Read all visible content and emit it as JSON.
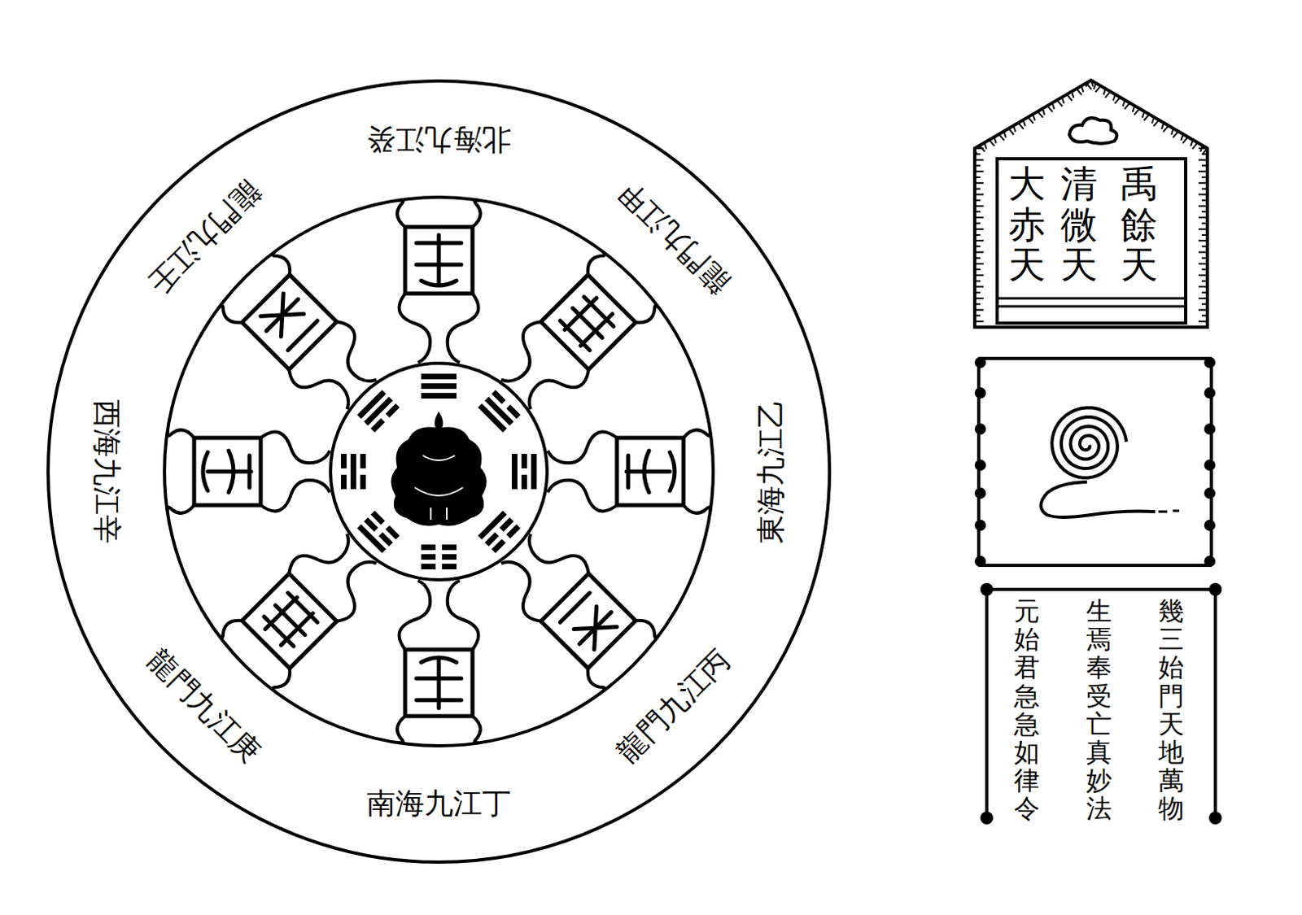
{
  "diagram": {
    "nodes": [
      {
        "text": [
          "禹餘天",
          "清微天",
          "大赤天"
        ]
      },
      {
        "text": [
          "幾三始門天地萬物",
          "生焉奉受亡真妙法",
          "元始君急急如律令"
        ]
      }
    ],
    "labels": [
      "北海九江癸",
      "龍門九江甲",
      "東海九江乙",
      "龍門九江丙",
      "南海九江丁",
      "龍門九江庚",
      "西海九江辛",
      "龍門九江壬"
    ]
  }
}
